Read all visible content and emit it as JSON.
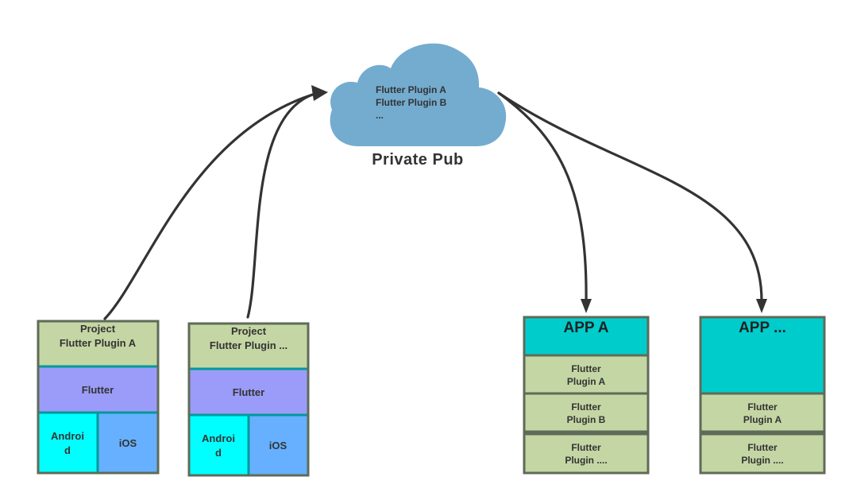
{
  "cloud": {
    "lines": [
      "Flutter Plugin A",
      "Flutter Plugin B",
      "..."
    ],
    "caption": "Private Pub"
  },
  "projects": [
    {
      "header_line1": "Project",
      "header_line2": "Flutter Plugin A",
      "flutter": "Flutter",
      "android_line1": "Androi",
      "android_line2": "d",
      "ios": "iOS"
    },
    {
      "header_line1": "Project",
      "header_line2": "Flutter Plugin ...",
      "flutter": "Flutter",
      "android_line1": "Androi",
      "android_line2": "d",
      "ios": "iOS"
    }
  ],
  "apps": [
    {
      "title": "APP A",
      "plugins": [
        {
          "line1": "Flutter",
          "line2": "Plugin A"
        },
        {
          "line1": "Flutter",
          "line2": "Plugin B"
        },
        {
          "line1": "Flutter",
          "line2": "Plugin ...."
        }
      ]
    },
    {
      "title": "APP ...",
      "plugins": [
        {
          "line1": "Flutter",
          "line2": "Plugin A"
        },
        {
          "line1": "Flutter",
          "line2": "Plugin ...."
        }
      ]
    }
  ],
  "colors": {
    "cloud": "#74acd0",
    "header_green": "#c4d6a4",
    "flutter_purple": "#9b9cf9",
    "android_cyan": "#00ffff",
    "ios_blue": "#66b0ff",
    "app_teal": "#00cccc",
    "box_border": "#5f6b58",
    "inner_border": "#00999a",
    "arrow": "#333333"
  }
}
